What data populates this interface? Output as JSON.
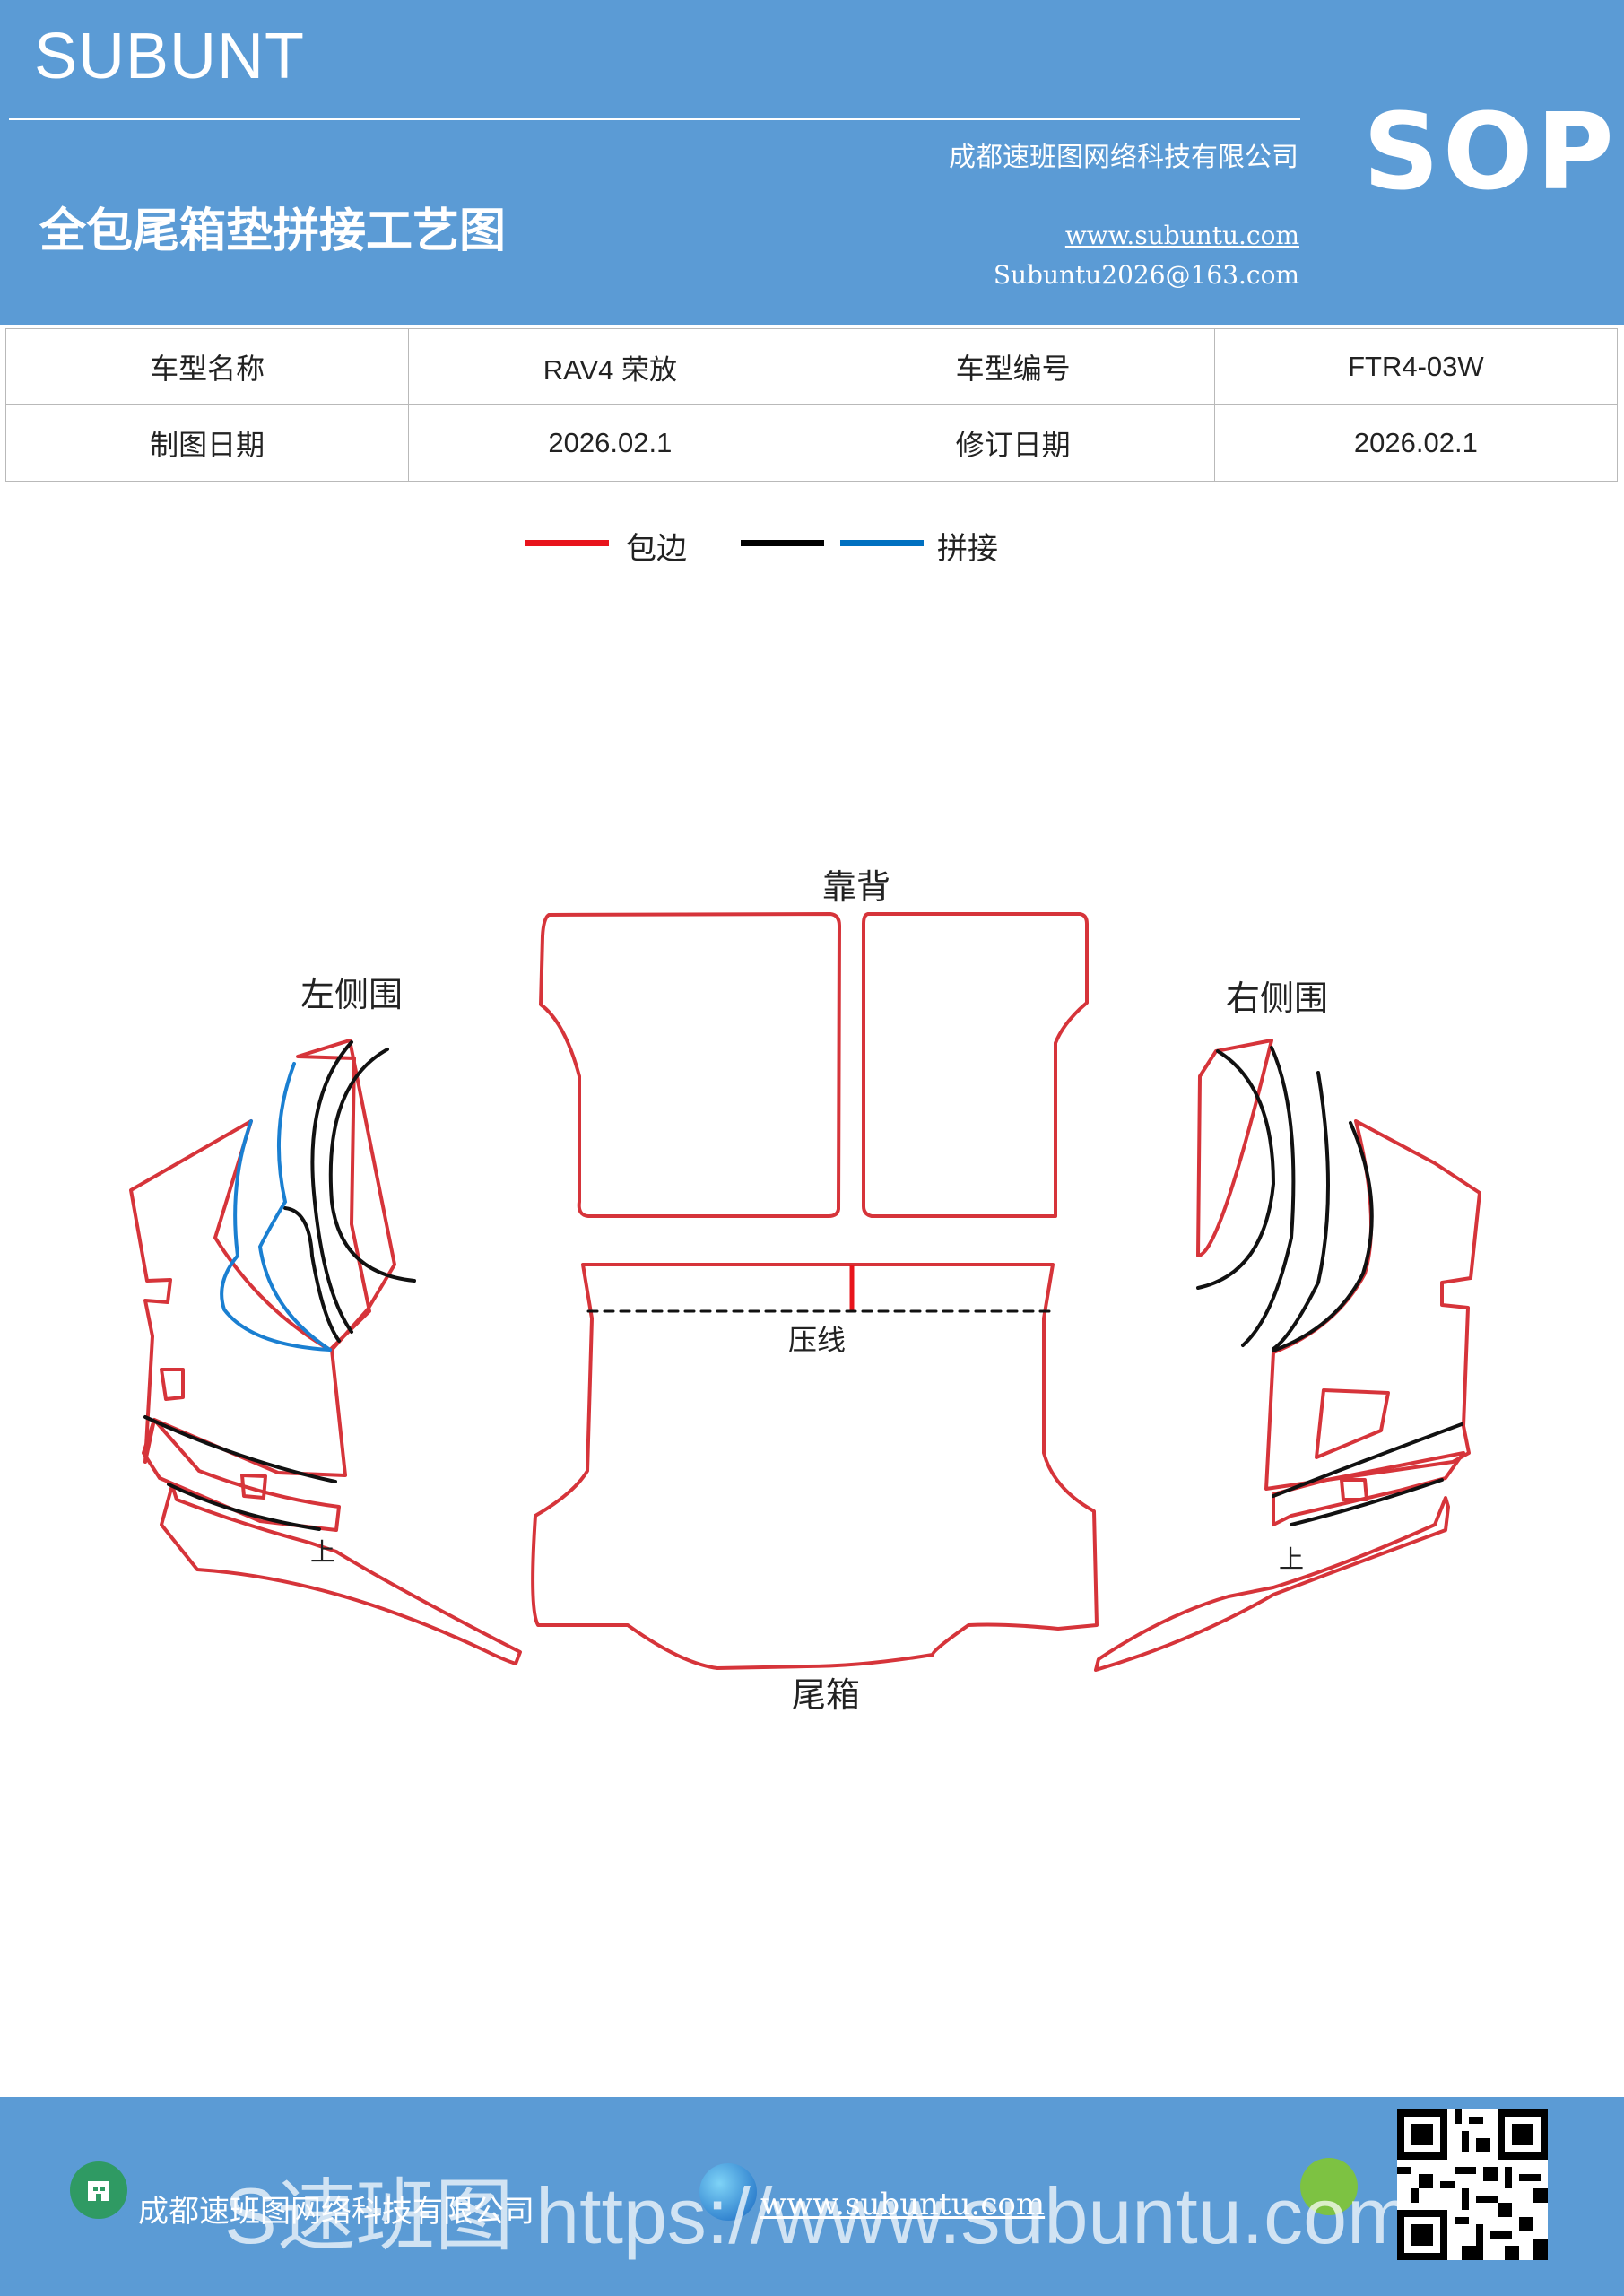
{
  "header": {
    "brand": "SUBUNT",
    "company": "成都速班图网络科技有限公司",
    "badge": "SOP",
    "title": "全包尾箱垫拼接工艺图",
    "website": "www.subuntu.com",
    "email": "Subuntu2026@163.com",
    "background_color": "#5b9bd5"
  },
  "info_table": {
    "rows": [
      [
        "车型名称",
        "RAV4 荣放",
        "车型编号",
        "FTR4-03W"
      ],
      [
        "制图日期",
        "2026.02.1",
        "修订日期",
        "2026.02.1"
      ]
    ]
  },
  "legend": {
    "items": [
      {
        "label": "包边",
        "color": "#e8141c"
      },
      {
        "label": "",
        "color": "#000000"
      },
      {
        "label": "拼接",
        "color": "#0070c0"
      }
    ]
  },
  "diagram": {
    "labels": {
      "backrest": "靠背",
      "left_side": "左侧围",
      "right_side": "右侧围",
      "crease": "压线",
      "trunk": "尾箱",
      "marker_left": "上",
      "marker_right": "上"
    },
    "colors": {
      "edge": "#d6343a",
      "joint": "#111111",
      "seam": "#1a7fd1"
    }
  },
  "footer": {
    "company": "成都速班图网络科技有限公司",
    "website": "www.subuntu.com",
    "watermark": "S速班图 https://www.subuntu.com",
    "icons": [
      "building-icon",
      "globe-icon",
      "wechat-icon"
    ]
  }
}
